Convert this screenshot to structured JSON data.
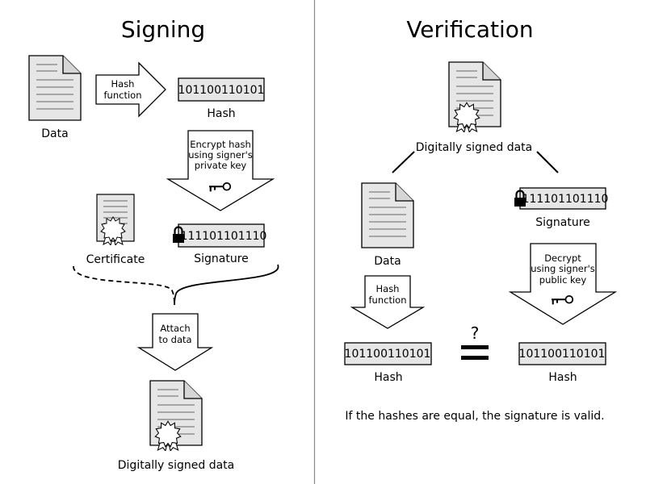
{
  "signing": {
    "title": "Signing",
    "data_label": "Data",
    "hash_function": [
      "Hash",
      "function"
    ],
    "hash_value": "101100110101",
    "hash_label": "Hash",
    "encrypt_step": [
      "Encrypt hash",
      "using signer's",
      "private key"
    ],
    "certificate_label": "Certificate",
    "signature_value": "111101101110",
    "signature_label": "Signature",
    "attach_step": [
      "Attach",
      "to data"
    ],
    "signed_label": "Digitally signed data"
  },
  "verification": {
    "title": "Verification",
    "signed_label": "Digitally signed data",
    "data_label": "Data",
    "signature_value": "111101101110",
    "signature_label": "Signature",
    "hash_function": [
      "Hash",
      "function"
    ],
    "decrypt_step": [
      "Decrypt",
      "using signer's",
      "public key"
    ],
    "hash_value_left": "101100110101",
    "hash_label_left": "Hash",
    "compare_mark": "?",
    "hash_value_right": "101100110101",
    "hash_label_right": "Hash",
    "conclusion": "If the hashes are equal, the signature is valid."
  },
  "colors": {
    "fill": "#e6e6e6",
    "stroke": "#000000",
    "background": "#ffffff"
  }
}
